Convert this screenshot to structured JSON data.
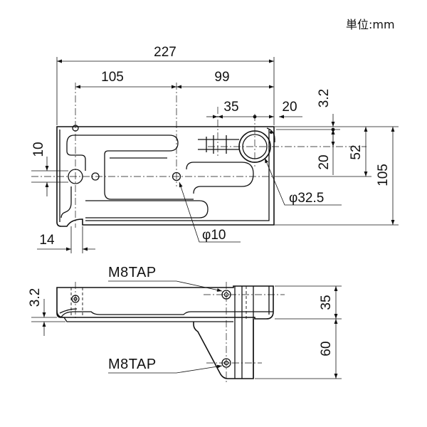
{
  "unit_label": "単位:mm",
  "top_view": {
    "dim_overall_width": "227",
    "dim_left_span": "105",
    "dim_right_span": "99",
    "dim_offset_35": "35",
    "dim_offset_20": "20",
    "dim_top_3_2": "3.2",
    "dim_right_52": "52",
    "dim_right_105": "105",
    "dim_right_20": "20",
    "dim_left_10": "10",
    "dim_bottom_14": "14",
    "callout_pipe_dia": "φ32.5",
    "callout_hole_dia": "φ10"
  },
  "side_view": {
    "dim_left_3_2": "3.2",
    "dim_right_35": "35",
    "dim_right_60": "60",
    "callout_tap_top": "M8TAP",
    "callout_tap_bottom": "M8TAP"
  }
}
